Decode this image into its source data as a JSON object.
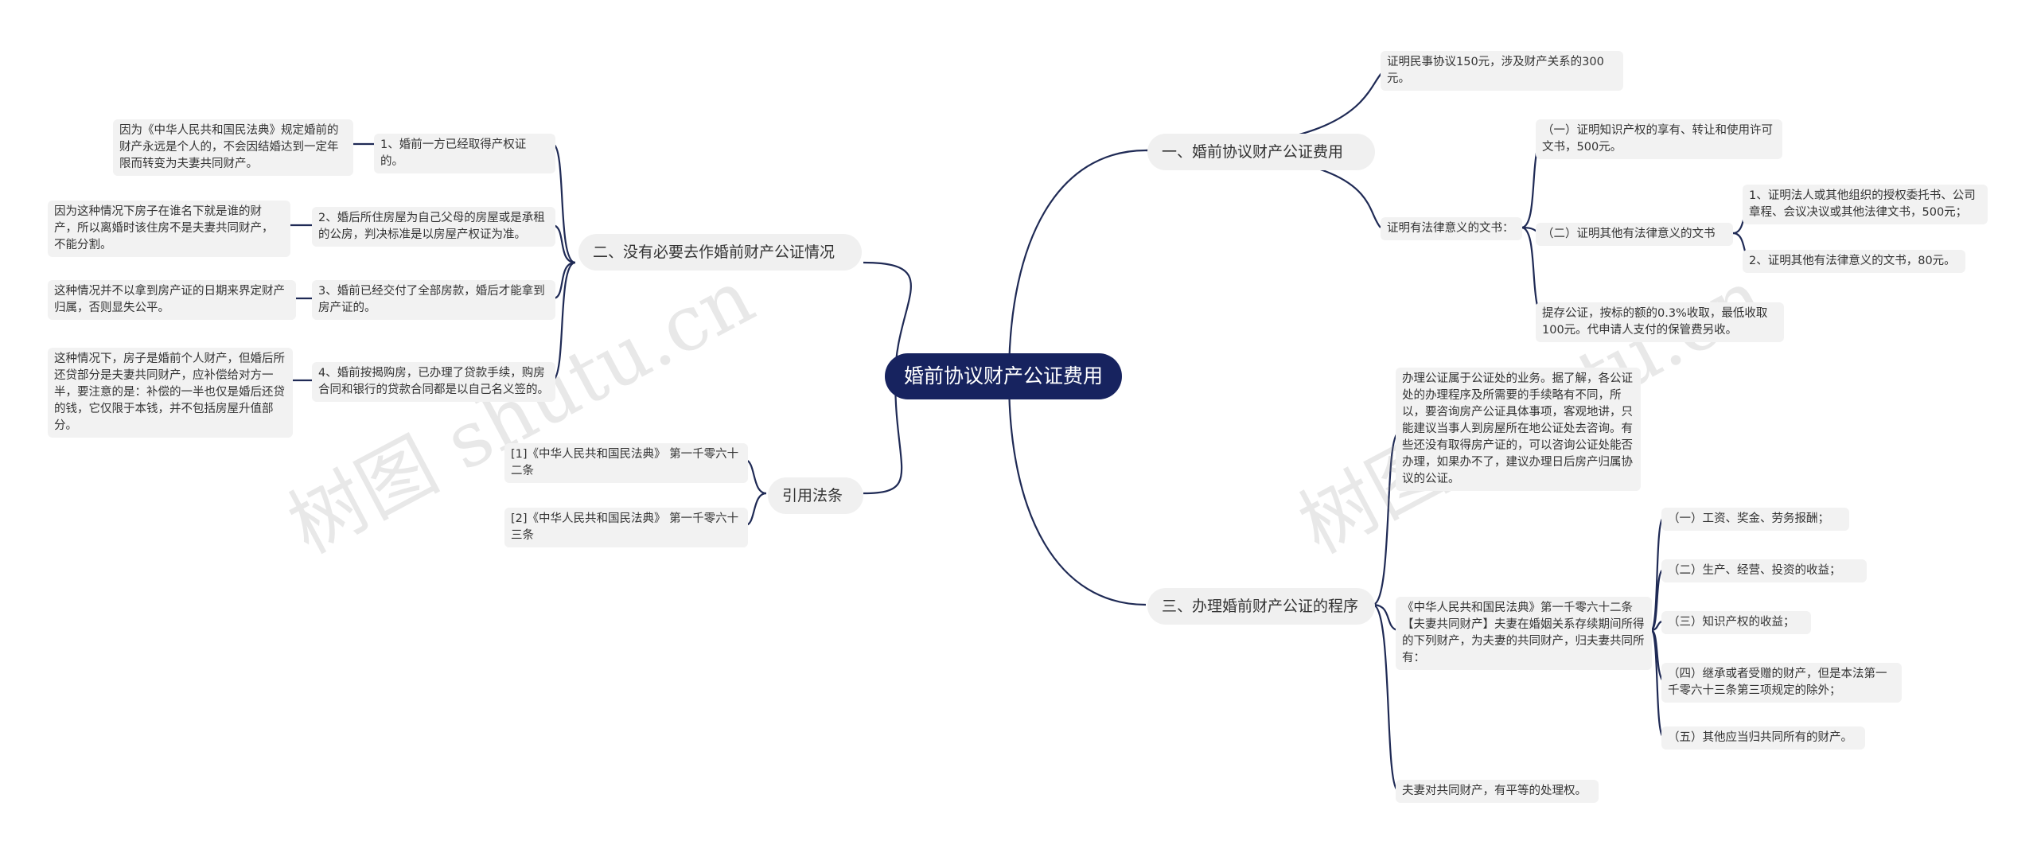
{
  "root": "婚前协议财产公证费用",
  "branches": {
    "fee": {
      "label": "一、婚前协议财产公证费用",
      "civil": "证明民事协议150元，涉及财产关系的300元。",
      "legal_docs": {
        "label": "证明有法律意义的文书：",
        "ip": "（一）证明知识产权的享有、转让和使用许可文书，500元。",
        "other": {
          "label": "（二）证明其他有法律意义的文书",
          "authorization": "1、证明法人或其他组织的授权委托书、公司章程、会议决议或其他法律文书，500元；",
          "others": "2、证明其他有法律意义的文书，80元。"
        },
        "deposit": "提存公证，按标的额的0.3%收取，最低收取100元。代申请人支付的保管费另收。"
      }
    },
    "procedure": {
      "label": "三、办理婚前财产公证的程序",
      "intro": "办理公证属于公证处的业务。据了解，各公证处的办理程序及所需要的手续略有不同，所以，要咨询房产公证具体事项，客观地讲，只能建议当事人到房屋所在地公证处去咨询。有些还没有取得房产证的，可以咨询公证处能否办理，如果办不了，建议办理日后房产归属协议的公证。",
      "article": {
        "label": "《中华人民共和国民法典》第一千零六十二条【夫妻共同财产】夫妻在婚姻关系存续期间所得的下列财产，为夫妻的共同财产，归夫妻共同所有：",
        "items": [
          "（一）工资、奖金、劳务报酬；",
          "（二）生产、经营、投资的收益；",
          "（三）知识产权的收益；",
          "（四）继承或者受赠的财产，但是本法第一千零六十三条第三项规定的除外；",
          "（五）其他应当归共同所有的财产。"
        ]
      },
      "equal": "夫妻对共同财产，有平等的处理权。"
    },
    "unnecessary": {
      "label": "二、没有必要去作婚前财产公证情况",
      "items": [
        {
          "label": "1、婚前一方已经取得产权证的。",
          "note": "因为《中华人民共和国民法典》规定婚前的财产永远是个人的，不会因结婚达到一定年限而转变为夫妻共同财产。"
        },
        {
          "label": "2、婚后所住房屋为自己父母的房屋或是承租的公房，判决标准是以房屋产权证为准。",
          "note": "因为这种情况下房子在谁名下就是谁的财产，所以离婚时该住房不是夫妻共同财产，不能分割。"
        },
        {
          "label": "3、婚前已经交付了全部房款，婚后才能拿到房产证的。",
          "note": "这种情况并不以拿到房产证的日期来界定财产归属，否则显失公平。"
        },
        {
          "label": "4、婚前按揭购房，已办理了贷款手续，购房合同和银行的贷款合同都是以自己名义签的。",
          "note": "这种情况下，房子是婚前个人财产，但婚后所还贷部分是夫妻共同财产，应补偿给对方一半，要注意的是：补偿的一半也仅是婚后还贷的钱，它仅限于本钱，并不包括房屋升值部分。"
        }
      ]
    },
    "citations": {
      "label": "引用法条",
      "items": [
        "[1]《中华人民共和国民法典》 第一千零六十二条",
        "[2]《中华人民共和国民法典》 第一千零六十三条"
      ]
    }
  },
  "watermark": [
    "树图 shutu.cn",
    "树图 shutu.cn"
  ],
  "colors": {
    "root_bg": "#17235f",
    "link": "#1f2a55",
    "node_bg": "#f2f2f2"
  }
}
